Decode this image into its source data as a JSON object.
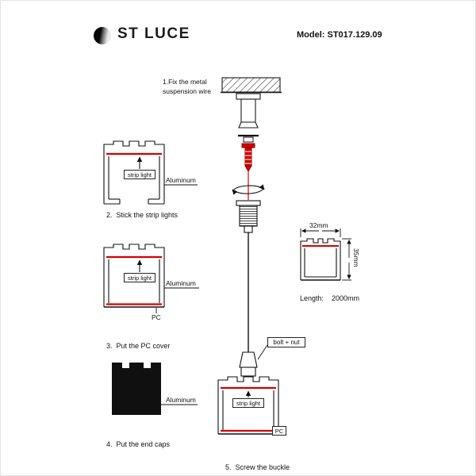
{
  "colors": {
    "accent_red": "#d40000",
    "line_black": "#111111"
  },
  "header": {
    "brand": "ST LUCE",
    "model": "Model: ST017.129.09"
  },
  "step1": {
    "line1": "1.Fix the metal",
    "line2": "suspension wire"
  },
  "captions": {
    "step2": "2.  Stick the strip lights",
    "step3": "3.  Put the PC cover",
    "step4": "4.  Put the end caps",
    "step5": "5.  Screw the buckle"
  },
  "labels": {
    "strip_light": "strip light",
    "aluminum": "Aluminum",
    "pc": "PC",
    "bolt_nut": "bolt + nut"
  },
  "dimensions": {
    "width": "32mm",
    "height": "35mm",
    "length_label": "Length:",
    "length_value": "2000mm"
  }
}
